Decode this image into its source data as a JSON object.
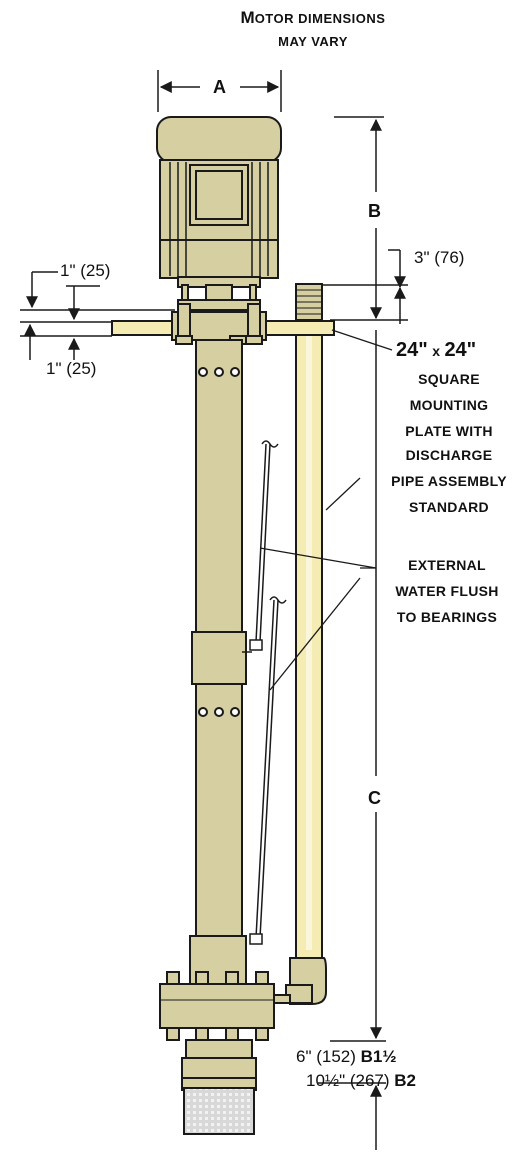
{
  "header": {
    "line1_big": "M",
    "line1_rest": "OTOR DIMENSIONS",
    "line2": "MAY VARY"
  },
  "dimensions": {
    "a": "A",
    "b": "B",
    "c": "C",
    "top_gap": "1\" (25)",
    "bottom_gap": "1\" (25)",
    "pipe_extension": "3\" (76)"
  },
  "plate": {
    "size_a": "24\"",
    "x": "x",
    "size_b": "24\"",
    "lines": [
      "SQUARE",
      "MOUNTING",
      "PLATE WITH",
      "DISCHARGE",
      "PIPE ASSEMBLY",
      "STANDARD"
    ]
  },
  "flush": {
    "lines": [
      "EXTERNAL",
      "WATER FLUSH",
      "TO BEARINGS"
    ]
  },
  "strainer": {
    "b1_5_value": "6\" (152)",
    "b1_5_model": "B1½",
    "b2_value": "10½\" (267)",
    "b2_model": "B2"
  },
  "colors": {
    "body": "#d6cfa2",
    "pipe": "#f4ecb2",
    "outline": "#1a1a1a",
    "strainer": "#cfcfcf"
  }
}
